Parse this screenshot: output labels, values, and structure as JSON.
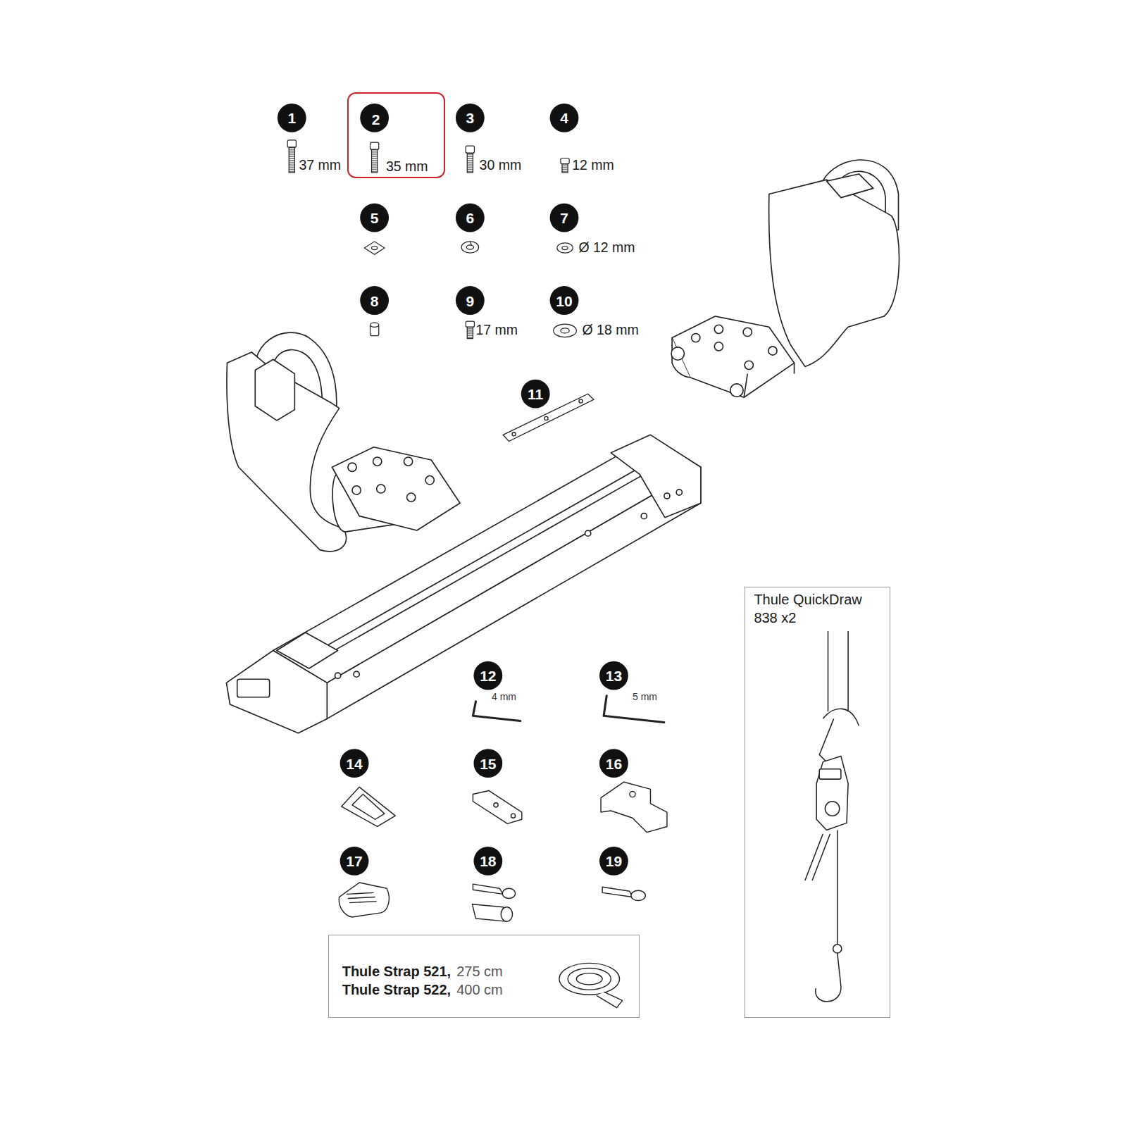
{
  "diagram": {
    "nodes": [
      {
        "text": [
          "2",
          "35 mm"
        ]
      },
      {
        "text": [
          "Thule Strap 521,",
          "275 cm",
          "Thule Strap 522,",
          "400 cm"
        ]
      },
      {
        "text": [
          "Thule QuickDraw 838 x2"
        ]
      }
    ],
    "labels": [
      "1",
      "37 mm",
      "3",
      "30 mm",
      "4",
      "12 mm",
      "5",
      "6",
      "7",
      "Ø 12 mm",
      "8",
      "9",
      "17 mm",
      "10",
      "Ø 18 mm",
      "11",
      "12",
      "4 mm",
      "13",
      "5 mm",
      "14",
      "15",
      "16",
      "17",
      "18",
      "19"
    ]
  }
}
